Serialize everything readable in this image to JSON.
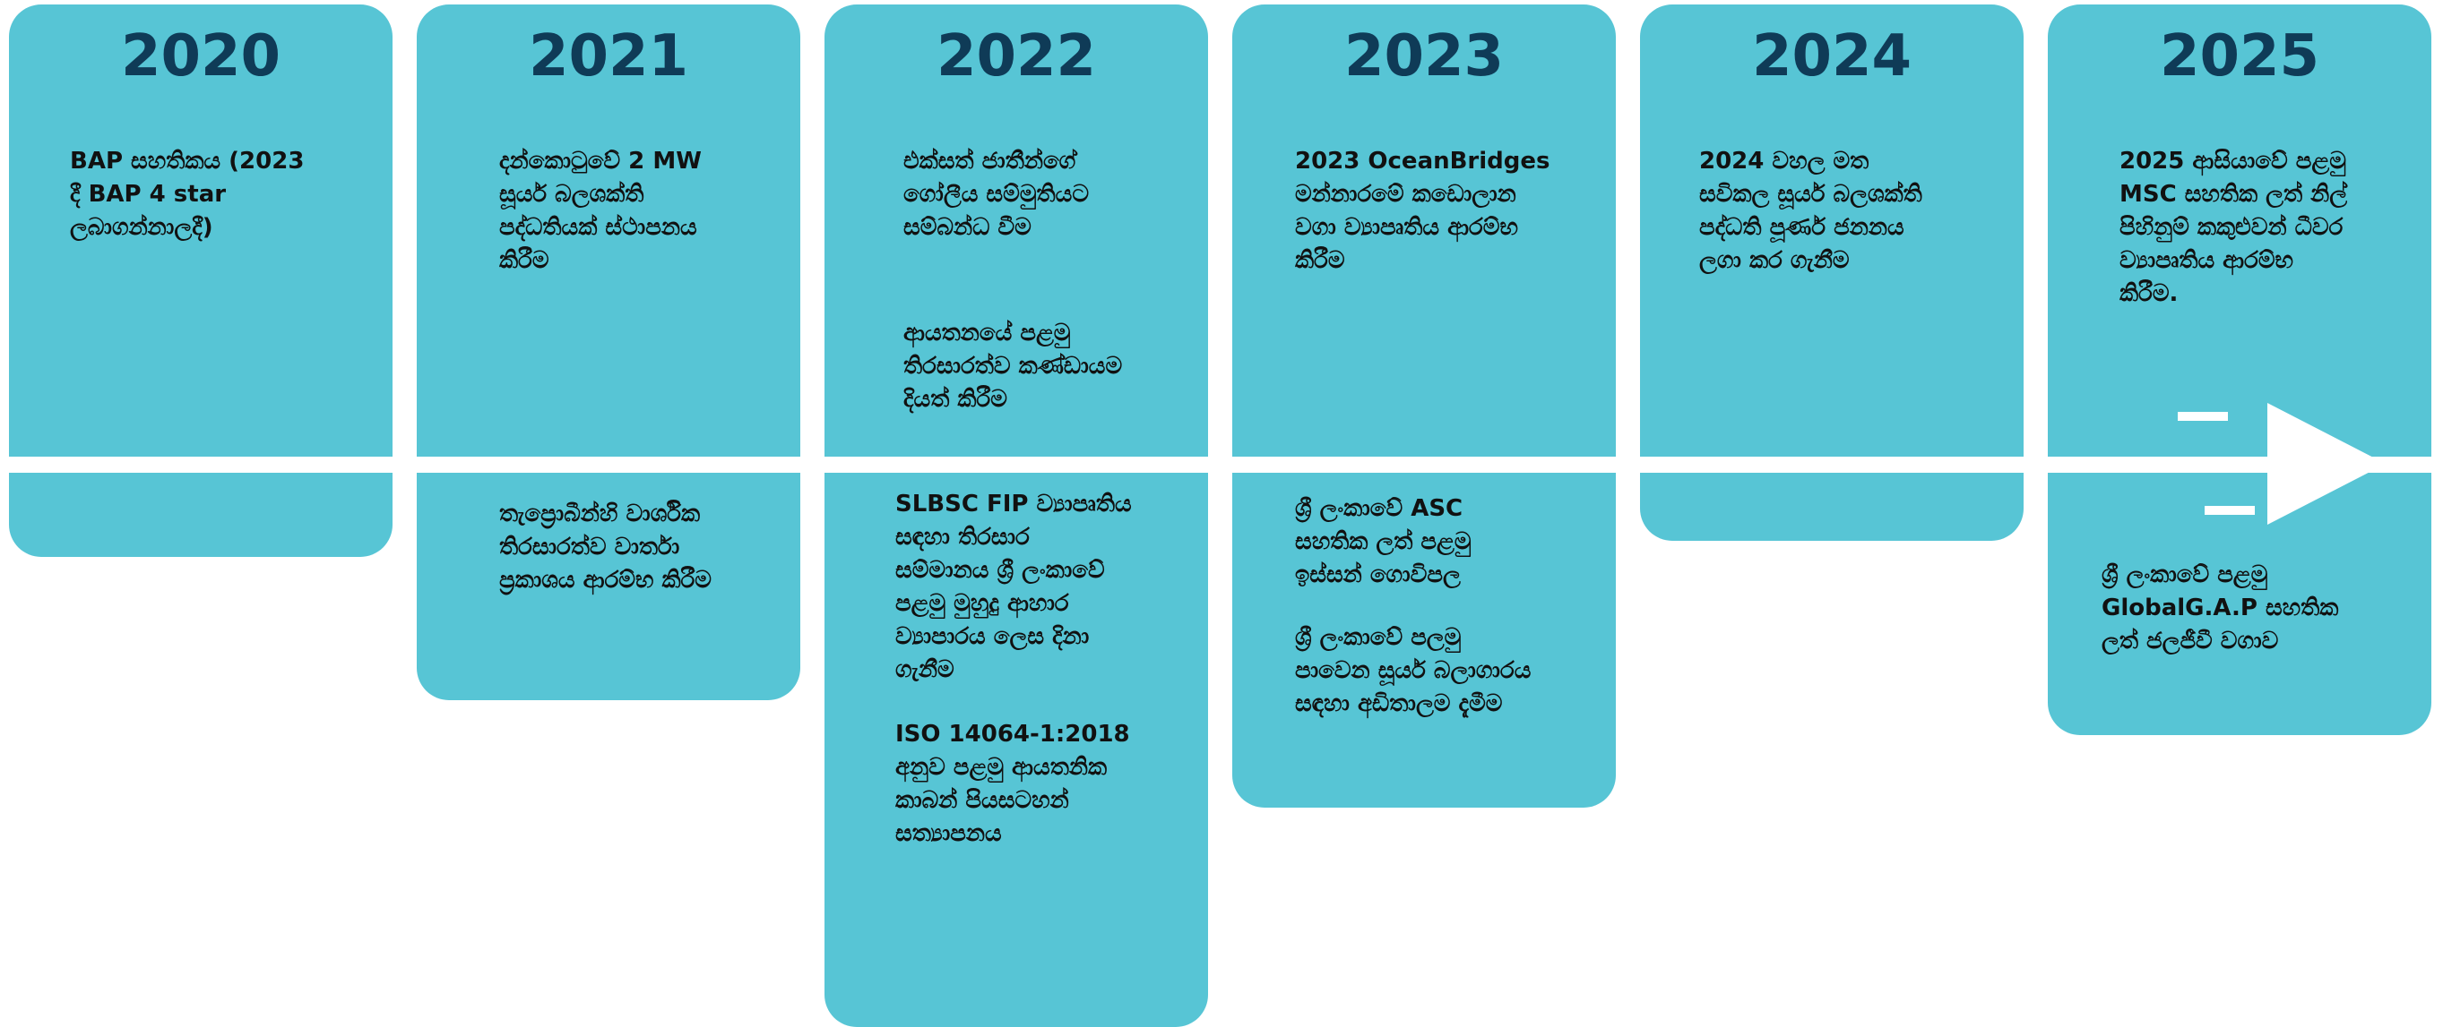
{
  "timeline": {
    "years": [
      {
        "year": "2020",
        "top": [
          "BAP සහතිකය (2023\nදී BAP 4 star\nලබාගන්නාලදී)"
        ],
        "bottom": []
      },
      {
        "year": "2021",
        "top": [
          "දන්කොටුවේ 2 MW\nසූර්ය බලශක්ති\nපද්ධතියක් ස්ථාපනය\nකිරීම"
        ],
        "bottom": [
          "තැප්‍රොබීන්හි වාර්ශික\nතිරසාරත්ව වාර්තා\nප්‍රකාශය ආරම්භ කිරීම"
        ]
      },
      {
        "year": "2022",
        "top": [
          "එක්සත් ජාතීන්ගේ\nගෝලීය සම්මුතියට\nසම්බන්ධ වීම",
          "ආයතනයේ පළමු\nතිරසාරත්ව කණ්ඩායම\nදියත් කිරීම"
        ],
        "bottom": [
          "SLBSC FIP ව්‍යාපෘතිය\nසඳහා තිරසාර\nසම්මානය ශ්‍රී ලංකාවේ\nපළමු මුහුදු ආහාර\nව්‍යාපාරය ලෙස දිනා\nගැනීම",
          "ISO 14064-1:2018\nඅනුව පළමු ආයතනික\nකාබන් පියසටහන්\nසත්‍යාපනය"
        ]
      },
      {
        "year": "2023",
        "top": [
          "2023 OceanBridges\nමන්නාරමේ කඩොලාන\nවගා ව්‍යාපෘතිය ආරම්භ\nකිරීම"
        ],
        "bottom": [
          "ශ්‍රී ලංකාවේ ASC\nසහතික ලත් පළමු\nඉස්සන් ගොවිපල",
          "ශ්‍රී ලංකාවේ පලමු\nපාවෙන සූර්ය බලාගාරය\nසඳහා අඩිතාලම දැමීම"
        ]
      },
      {
        "year": "2024",
        "top": [
          "2024 වහල මත\nසවිකල සූර්ය බලශක්ති\nපද්ධති පූර්ණ ජනනය\nලගා කර ගැනීම"
        ],
        "bottom": []
      },
      {
        "year": "2025",
        "top": [
          "2025 ආසියාවේ පළමු\nMSC සහතික ලත් නිල්\nපිහිනුම් කකුළුවන් ධීවර\nව්‍යාපෘතිය ආරම්භ\nකිරීම."
        ],
        "bottom": [
          "ශ්‍රී ලංකාවේ පළමු\nGlobalG.A.P සහතික\nලත් ජලජීවී වගාව"
        ]
      }
    ]
  },
  "colors": {
    "card": "#57c5d5",
    "year_text": "#0f3b57",
    "body_text": "#111111",
    "line": "#ffffff"
  },
  "icons": {
    "end_marker": "arrow-right-icon"
  }
}
